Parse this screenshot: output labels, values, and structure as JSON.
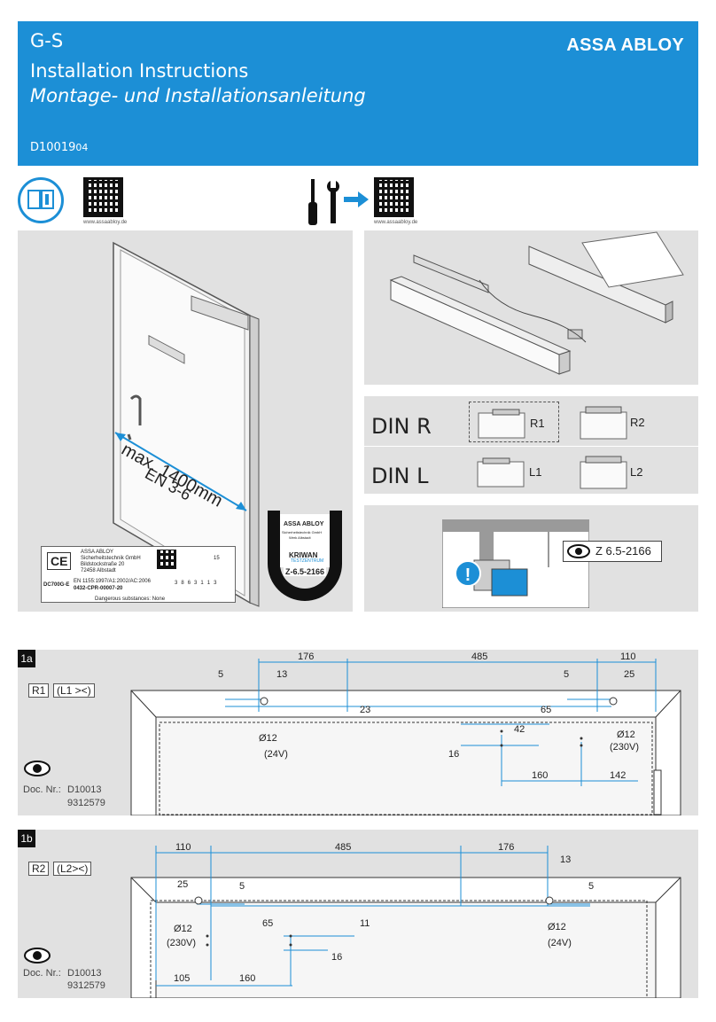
{
  "header": {
    "model": "G-S",
    "title": "Installation Instructions",
    "subtitle": "Montage- und Installationsanleitung",
    "doc_number": "D10019",
    "doc_version": "04",
    "brand": "ASSA ABLOY",
    "bg_color": "#1c8fd6"
  },
  "qr": {
    "caption_left": "www.assaabloy.de",
    "caption_right": "www.assaabloy.de"
  },
  "door": {
    "measure_label": "max. 1400mm",
    "standard": "EN 3-6"
  },
  "ce_label": {
    "mark": "CE",
    "company": "ASSA ABLOY",
    "company2": "Sicherheitstechnik GmbH",
    "street": "Bildstockstraße 20",
    "city": "72458 Albstadt",
    "year": "15",
    "model_code": "DC700G-E",
    "norm": "EN 1155:1997/A1:2002/AC:2006",
    "cert": "0432-CPR-00007-20",
    "dangerous": "Dangerous substances: None",
    "digits": [
      "3",
      "8",
      "6",
      "3",
      "1",
      "1",
      "3"
    ]
  },
  "kriwan": {
    "company": "ASSA ABLOY",
    "line1": "Sicherheitstechnik GmbH",
    "line2": "Werk Albstadt",
    "name": "KRIWAN",
    "sub": "TESTZENTRUM",
    "code": "Z-6.5-2166"
  },
  "din": {
    "r_label": "DIN R",
    "l_label": "DIN L",
    "r1": "R1",
    "r2": "R2",
    "l1": "L1",
    "l2": "L2"
  },
  "info_ref": "Z 6.5-2166",
  "section_1a": {
    "step": "1a",
    "variant": "R1",
    "alt_variant": "(L1 ><)",
    "doc_label": "Doc. Nr.:",
    "doc_no1": "D10013",
    "doc_no2": "9312579",
    "dims": {
      "d176": "176",
      "d485": "485",
      "d110": "110",
      "d5a": "5",
      "d13": "13",
      "d5b": "5",
      "d25": "25",
      "d23": "23",
      "d65": "65",
      "d42": "42",
      "d16": "16",
      "d160": "160",
      "d142": "142",
      "hole_left": "Ø12",
      "volt_left": "(24V)",
      "hole_right": "Ø12",
      "volt_right": "(230V)"
    }
  },
  "section_1b": {
    "step": "1b",
    "variant": "R2",
    "alt_variant": "(L2><)",
    "doc_label": "Doc. Nr.:",
    "doc_no1": "D10013",
    "doc_no2": "9312579",
    "dims": {
      "d110": "110",
      "d485": "485",
      "d176": "176",
      "d13": "13",
      "d25": "25",
      "d5a": "5",
      "d5b": "5",
      "d65": "65",
      "d11": "11",
      "d16": "16",
      "d105": "105",
      "d160": "160",
      "hole_left": "Ø12",
      "volt_left": "(230V)",
      "hole_right": "Ø12",
      "volt_right": "(24V)"
    }
  }
}
